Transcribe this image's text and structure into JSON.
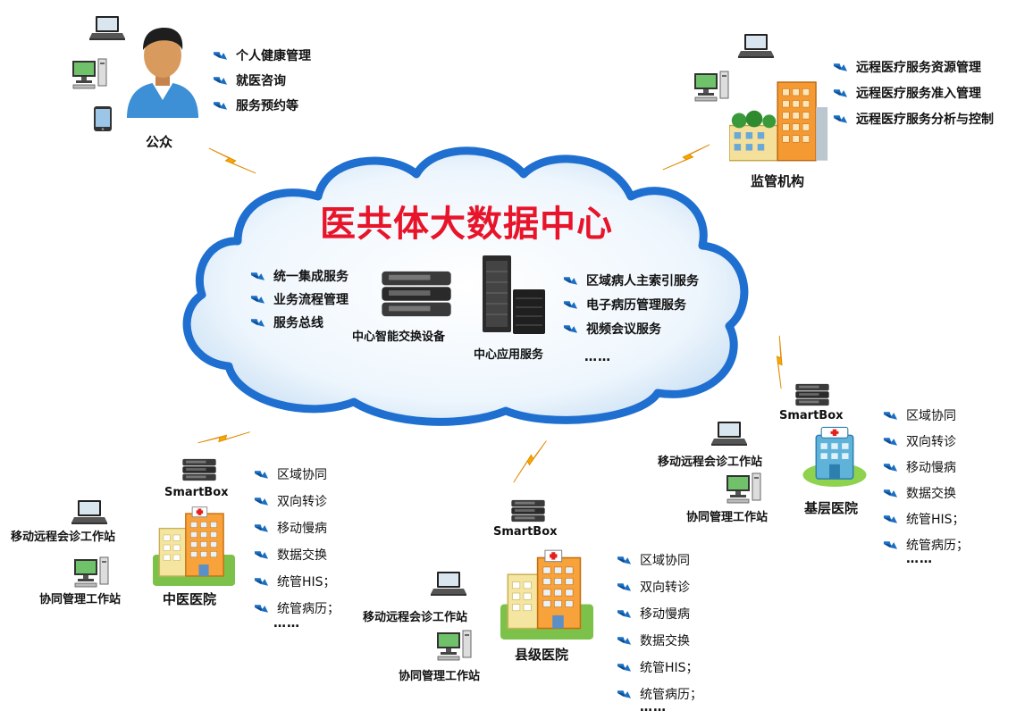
{
  "public": {
    "label": "公众",
    "items": [
      "个人健康管理",
      "就医咨询",
      "服务预约等"
    ]
  },
  "regulator": {
    "label": "监管机构",
    "items": [
      "远程医疗服务资源管理",
      "远程医疗服务准入管理",
      "远程医疗服务分析与控制"
    ]
  },
  "cloud": {
    "title": "医共体大数据中心",
    "left_items": [
      "统一集成服务",
      "业务流程管理",
      "服务总线"
    ],
    "right_items": [
      "区域病人主索引服务",
      "电子病历管理服务",
      "视频会议服务"
    ],
    "ellipsis": "……",
    "switch_label": "中心智能交换设备",
    "app_label": "中心应用服务"
  },
  "primary": {
    "label": "基层医院",
    "smartbox": "SmartBox",
    "station_remote": "移动远程会诊工作站",
    "station_collab": "协同管理工作站",
    "items": [
      "区域协同",
      "双向转诊",
      "移动慢病",
      "数据交换",
      "统管HIS；",
      "统管病历；"
    ],
    "ellipsis": "……"
  },
  "tcm": {
    "label": "中医医院",
    "smartbox": "SmartBox",
    "station_remote": "移动远程会诊工作站",
    "station_collab": "协同管理工作站",
    "items": [
      "区域协同",
      "双向转诊",
      "移动慢病",
      "数据交换",
      "统管HIS；",
      "统管病历；"
    ],
    "ellipsis": "……"
  },
  "county": {
    "label": "县级医院",
    "smartbox": "SmartBox",
    "station_remote": "移动远程会诊工作站",
    "station_collab": "协同管理工作站",
    "items": [
      "区域协同",
      "双向转诊",
      "移动慢病",
      "数据交换",
      "统管HIS；",
      "统管病历；"
    ],
    "ellipsis": "……"
  },
  "colors": {
    "title_red": "#e8142a",
    "arrow_blue": "#1a6fc4",
    "cloud_blue": "#1e6fd0",
    "bolt_yellow": "#f6a800"
  }
}
